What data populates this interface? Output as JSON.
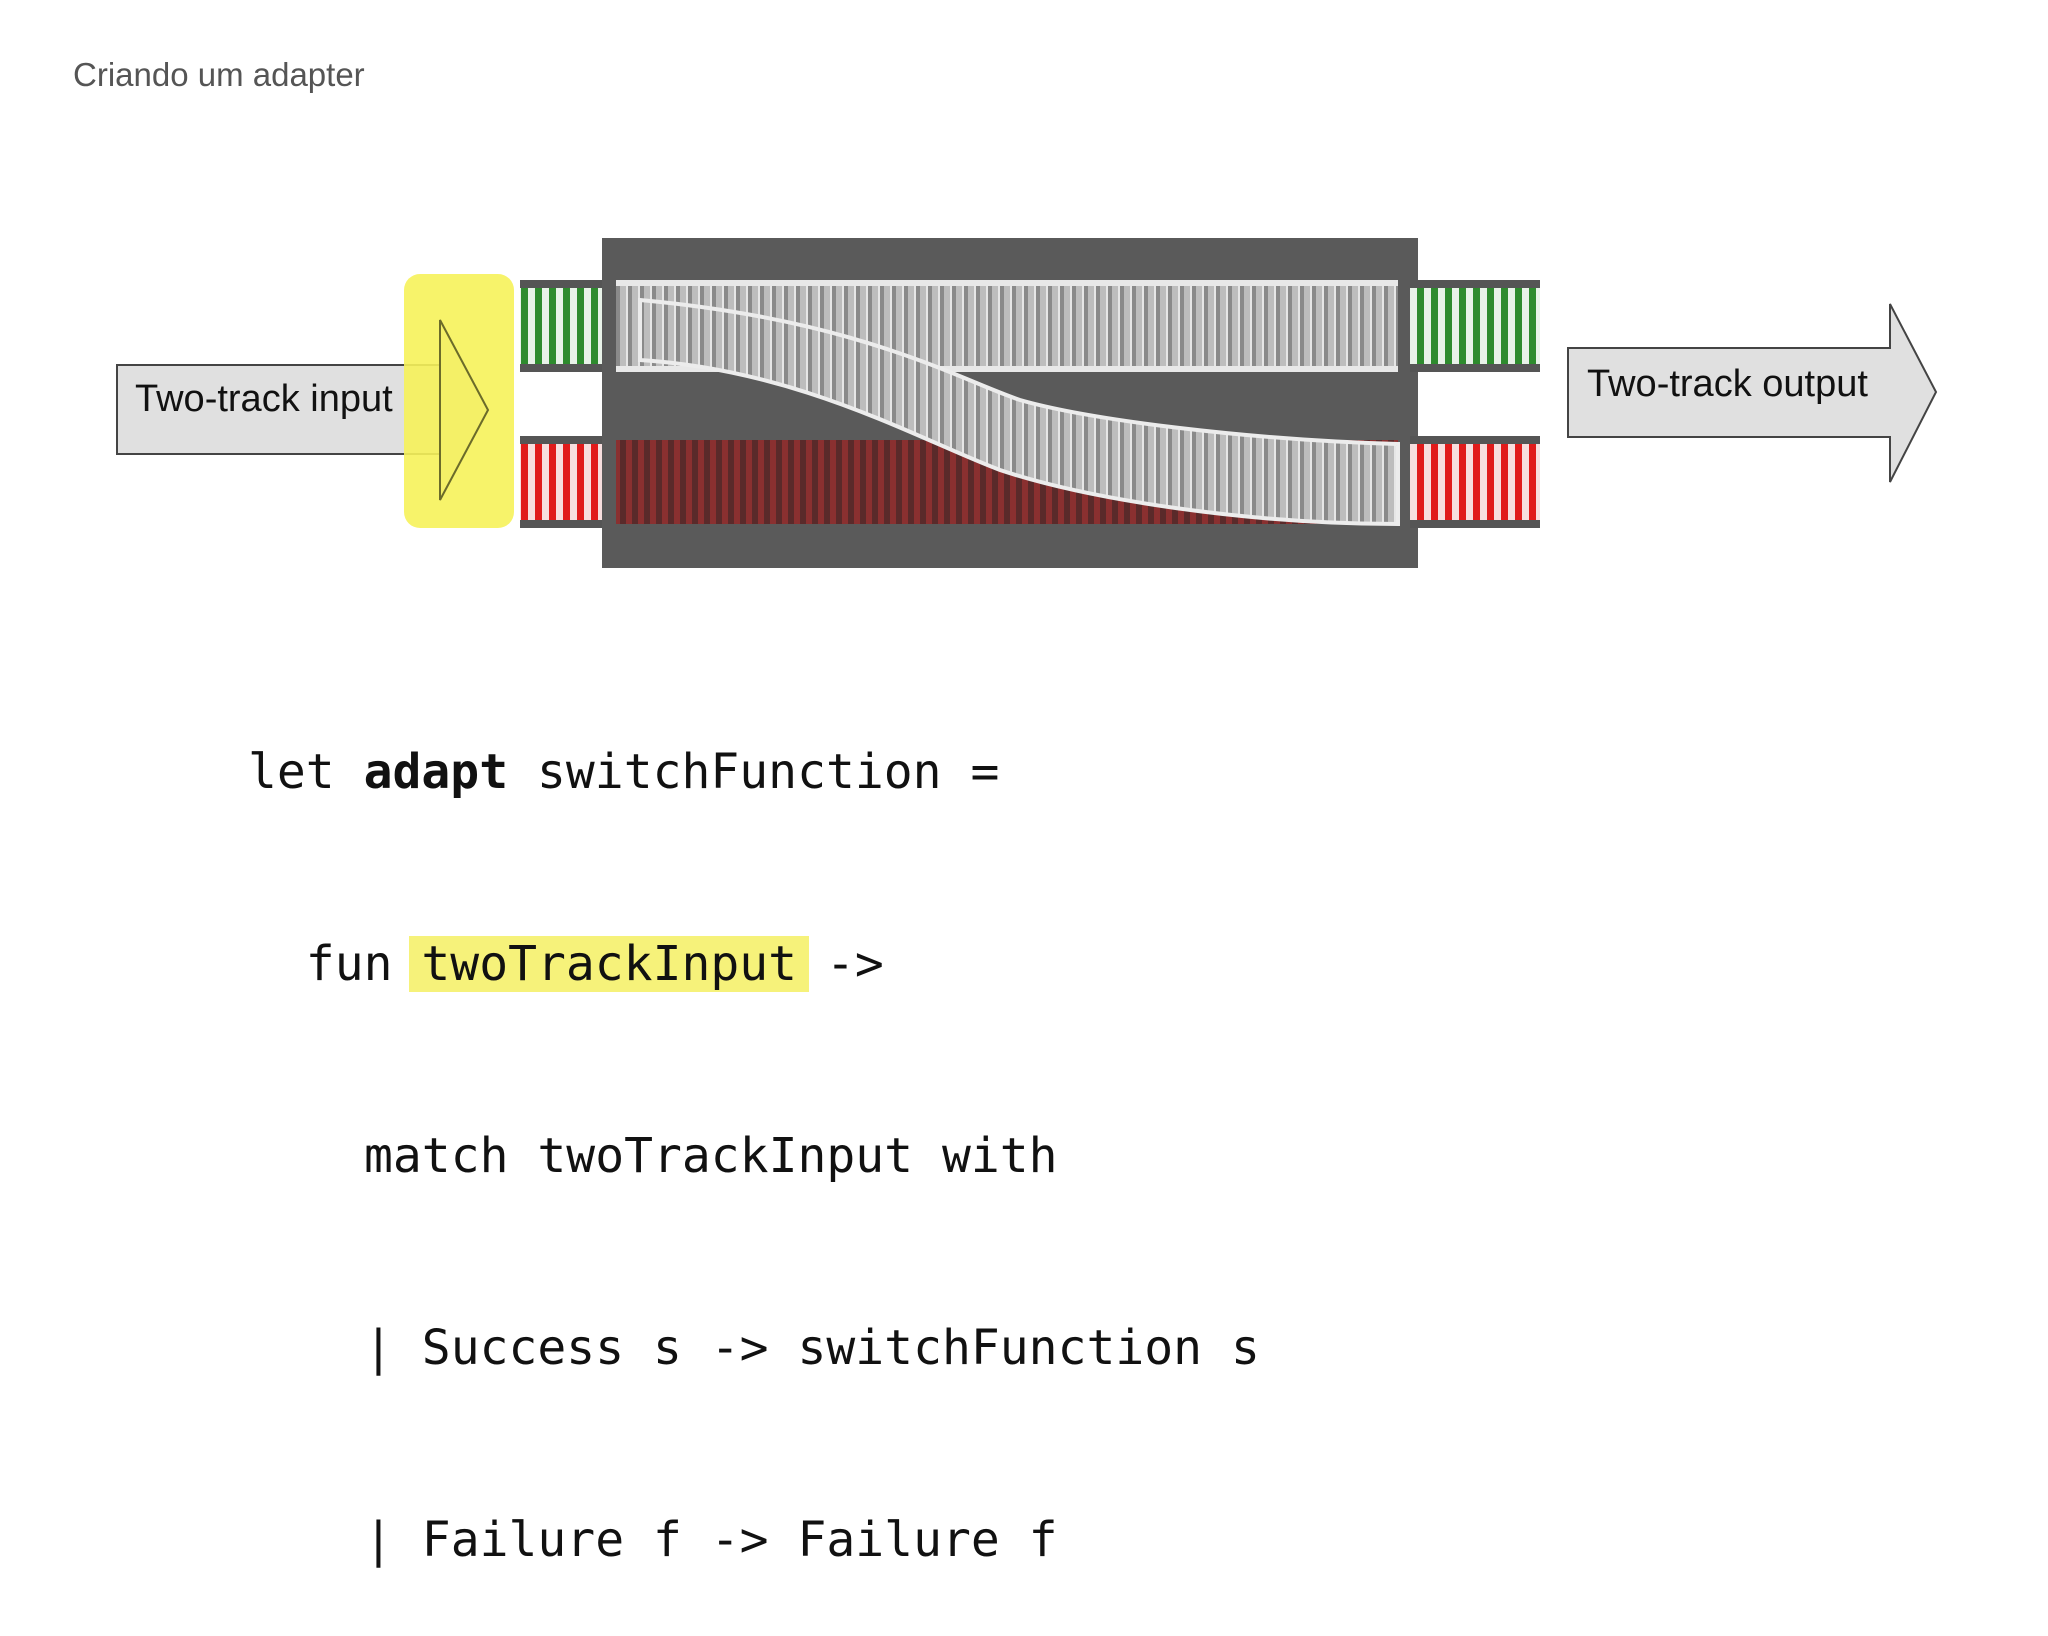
{
  "slide": {
    "title": "Criando um adapter"
  },
  "diagram": {
    "input_label": "Two-track input",
    "output_label": "Two-track output",
    "colors": {
      "success_track": "#2e8b2e",
      "failure_track": "#e01b1b",
      "highlight": "#f6f25a",
      "switch_box": "#555555",
      "arrow_fill": "#e0e0e0"
    }
  },
  "code": {
    "line1": {
      "kw": "let ",
      "name": "adapt",
      "rest": " switchFunction ="
    },
    "line2": {
      "indent": "  ",
      "kw": "fun ",
      "param": "twoTrackInput",
      "arrow": " ->"
    },
    "line3": "match twoTrackInput with",
    "line4": "| Success s -> switchFunction s",
    "line5": "| Failure f -> Failure f"
  }
}
